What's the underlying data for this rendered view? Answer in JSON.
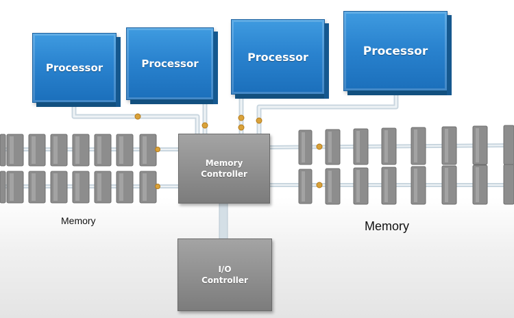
{
  "diagram": {
    "processors": [
      {
        "label": "Processor"
      },
      {
        "label": "Processor"
      },
      {
        "label": "Processor"
      },
      {
        "label": "Processor"
      }
    ],
    "memory_controller": {
      "line1": "Memory",
      "line2": "Controller"
    },
    "io_controller": {
      "line1": "I/O",
      "line2": "Controller"
    },
    "memory_left_label": "Memory",
    "memory_right_label": "Memory",
    "memory_left_module_count": 7,
    "memory_right_module_count": 8,
    "colors": {
      "processor": "#2a83cf",
      "controller": "#8e8e8e",
      "memory_module": "#8d8d8d",
      "bus": "#d8e3ea",
      "connector_dot": "#d9a23a"
    }
  }
}
